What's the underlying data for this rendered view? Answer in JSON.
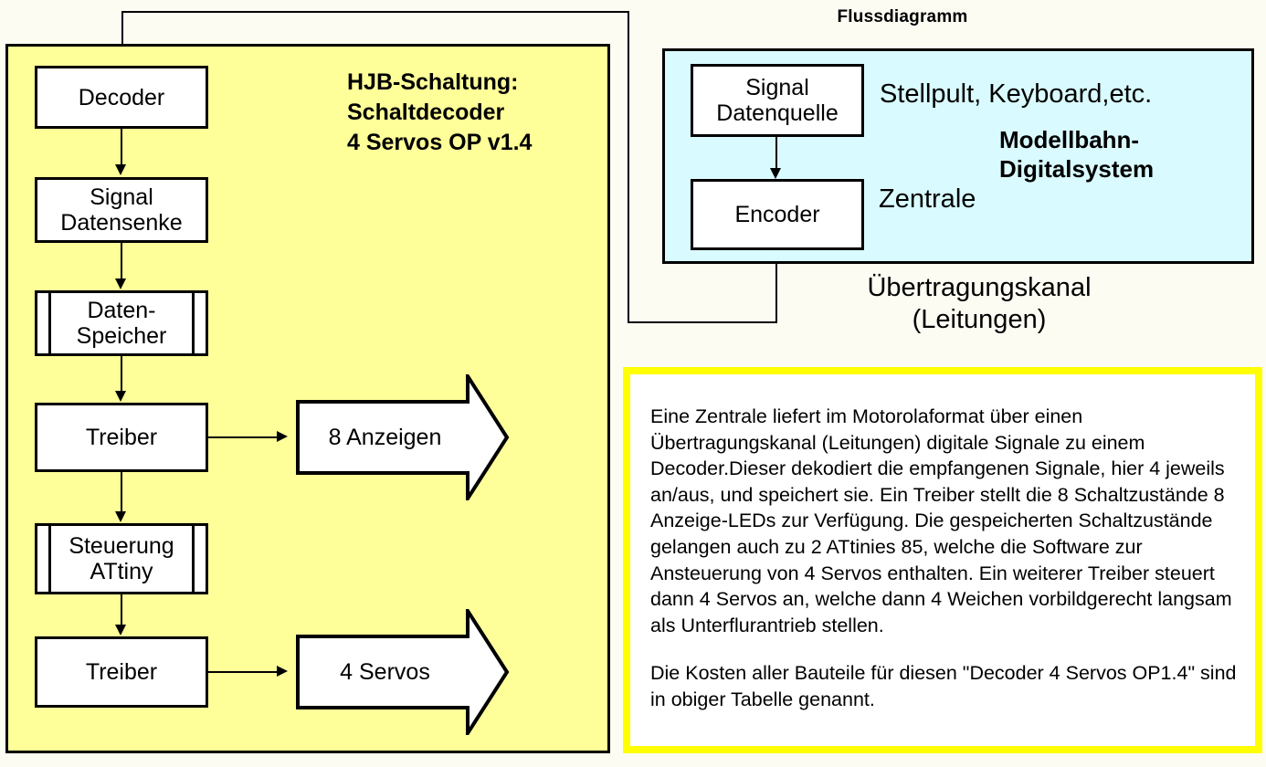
{
  "page": {
    "background_color": "#fdfcf3",
    "panel_yellow": "#ffff99",
    "panel_cyan": "#d9fbff",
    "accent_yellow_border": "#ffff00"
  },
  "decoder_panel": {
    "title_lines": [
      "HJB-Schaltung:",
      "Schaltdecoder",
      "4 Servos OP v1.4"
    ],
    "blocks": [
      {
        "id": "decoder",
        "lines": [
          "Decoder"
        ],
        "shape": "process"
      },
      {
        "id": "signal-senke",
        "lines": [
          "Signal",
          "Datensenke"
        ],
        "shape": "process"
      },
      {
        "id": "daten-speicher",
        "lines": [
          "Daten-",
          "Speicher"
        ],
        "shape": "predefined-process"
      },
      {
        "id": "treiber-1",
        "lines": [
          "Treiber"
        ],
        "shape": "process"
      },
      {
        "id": "steuerung",
        "lines": [
          "Steuerung",
          "ATtiny"
        ],
        "shape": "predefined-process"
      },
      {
        "id": "treiber-2",
        "lines": [
          "Treiber"
        ],
        "shape": "process"
      }
    ],
    "outputs": [
      {
        "id": "anzeigen",
        "label": "8 Anzeigen"
      },
      {
        "id": "servos",
        "label": "4 Servos"
      }
    ]
  },
  "flowchart": {
    "title": "Flussdiagramm",
    "blocks": [
      {
        "id": "signal-quelle",
        "lines": [
          "Signal",
          "Datenquelle"
        ]
      },
      {
        "id": "encoder",
        "lines": [
          "Encoder"
        ]
      }
    ],
    "labels": {
      "stellpult": "Stellpult, Keyboard,etc.",
      "modellbahn_line1": "Modellbahn-",
      "modellbahn_line2": "Digitalsystem",
      "zentrale": "Zentrale",
      "kanal_line1": "Übertragungskanal",
      "kanal_line2": "(Leitungen)"
    }
  },
  "description": {
    "paragraph_1": "Eine Zentrale liefert im Motorolaformat über einen Übertragungskanal (Leitungen) digitale Signale zu einem Decoder.Dieser dekodiert die empfangenen Signale, hier 4 jeweils an/aus, und speichert sie. Ein Treiber stellt die 8 Schaltzustände 8 Anzeige-LEDs zur Verfügung. Die gespeicherten Schaltzustände gelangen auch zu 2 ATtinies 85, welche die Software zur Ansteuerung von 4 Servos enthalten. Ein weiterer Treiber steuert dann 4 Servos an, welche dann 4 Weichen vorbildgerecht langsam als Unterflurantrieb stellen.",
    "paragraph_2": "Die Kosten aller Bauteile für diesen \"Decoder 4 Servos OP1.4\" sind in obiger Tabelle genannt."
  }
}
